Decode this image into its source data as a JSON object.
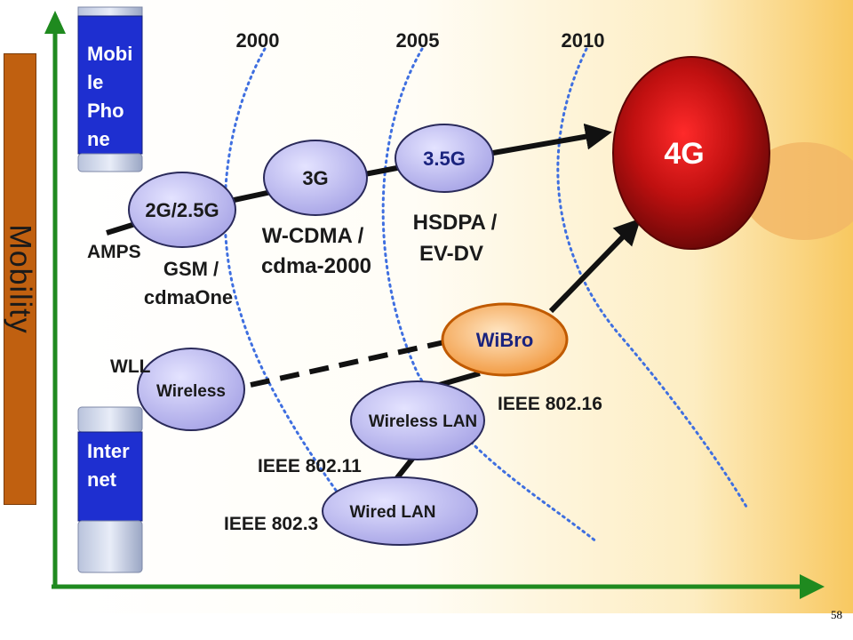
{
  "axis": {
    "y_label": "Mobility"
  },
  "years": [
    "2000",
    "2005",
    "2010"
  ],
  "side_boxes": {
    "mobile_phone": [
      "Mobi",
      "le",
      "Pho",
      "ne"
    ],
    "internet": [
      "Inter",
      "net"
    ]
  },
  "nodes": {
    "g2": "2G/2.5G",
    "g3": "3G",
    "g35": "3.5G",
    "g4": "4G",
    "wireless": "Wireless",
    "wibro": "WiBro",
    "wireless_lan": "Wireless LAN",
    "wired_lan": "Wired LAN"
  },
  "captions": {
    "amps": "AMPS",
    "gsm": [
      "GSM /",
      "cdmaOne"
    ],
    "wcdma": [
      "W-CDMA /",
      "cdma-2000"
    ],
    "hsdpa": [
      "HSDPA /",
      "EV-DV"
    ],
    "wll": "WLL",
    "ieee_80216": "IEEE 802.16",
    "ieee_80211": "IEEE 802.11",
    "ieee_8023": "IEEE 802.3"
  },
  "page_number": "58",
  "colors": {
    "axis_green": "#1f8a1f",
    "node_fill": "#b9b7ee",
    "node_stroke": "#2a2a5a",
    "wibro_fill": "#f5a450",
    "wibro_stroke": "#c05a00",
    "g4_fill": "#b01010",
    "side_box_fill": "#1e2fd0",
    "mobility_bar": "#c06010",
    "year_line": "#3f6fe0"
  }
}
